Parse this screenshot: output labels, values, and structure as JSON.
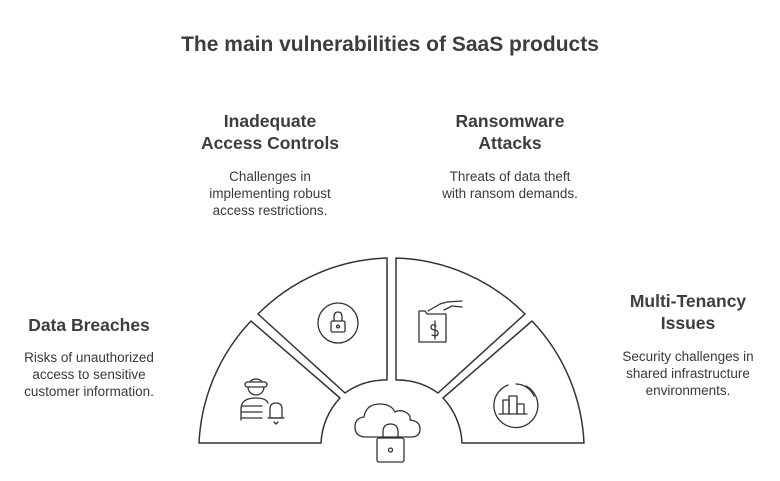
{
  "title": "The main vulnerabilities of SaaS products",
  "segments": [
    {
      "heading": "Data Breaches",
      "description": "Risks of unauthorized\naccess to sensitive\ncustomer information.",
      "icon": "spy-alert-icon"
    },
    {
      "heading": "Inadequate\nAccess Controls",
      "description": "Challenges in\nimplementing robust\naccess restrictions.",
      "icon": "lock-icon"
    },
    {
      "heading": "Ransomware\nAttacks",
      "description": "Threats of data theft\nwith ransom demands.",
      "icon": "ransom-bag-icon"
    },
    {
      "heading": "Multi-Tenancy\nIssues",
      "description": "Security challenges in\nshared infrastructure\nenvironments.",
      "icon": "shared-buildings-icon"
    }
  ],
  "center_icon": "cloud-lock-icon",
  "colors": {
    "stroke": "#333333",
    "fill": "#ffffff",
    "text": "#3d3d3d"
  }
}
